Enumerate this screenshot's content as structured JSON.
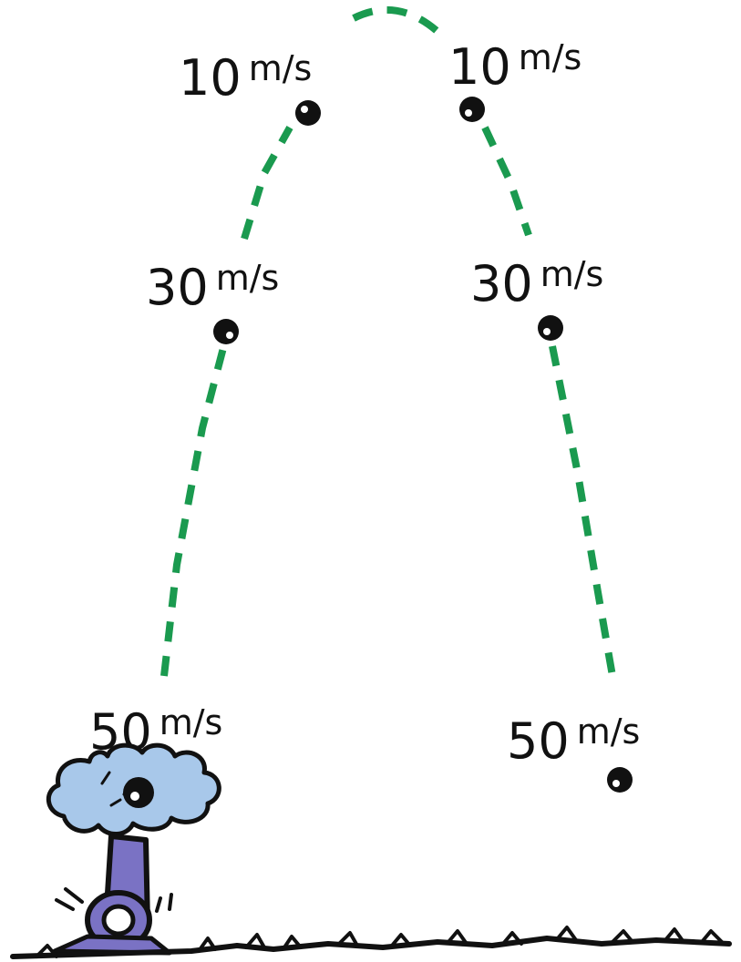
{
  "colors": {
    "path": "#1a9a4f",
    "ink": "#111111",
    "smoke": "#a8c8ea",
    "cannon": "#7a72c4"
  },
  "icons": {
    "ball": "cannonball-icon",
    "cannon": "cannon-icon",
    "smoke": "smoke-cloud-icon",
    "ground": "grass-ground"
  },
  "labels": {
    "up_top": {
      "value": "10",
      "unit": "m/s"
    },
    "down_top": {
      "value": "10",
      "unit": "m/s"
    },
    "up_mid": {
      "value": "30",
      "unit": "m/s"
    },
    "down_mid": {
      "value": "30",
      "unit": "m/s"
    },
    "up_bottom": {
      "value": "50",
      "unit": "m/s"
    },
    "down_bottom": {
      "value": "50",
      "unit": "m/s"
    }
  }
}
